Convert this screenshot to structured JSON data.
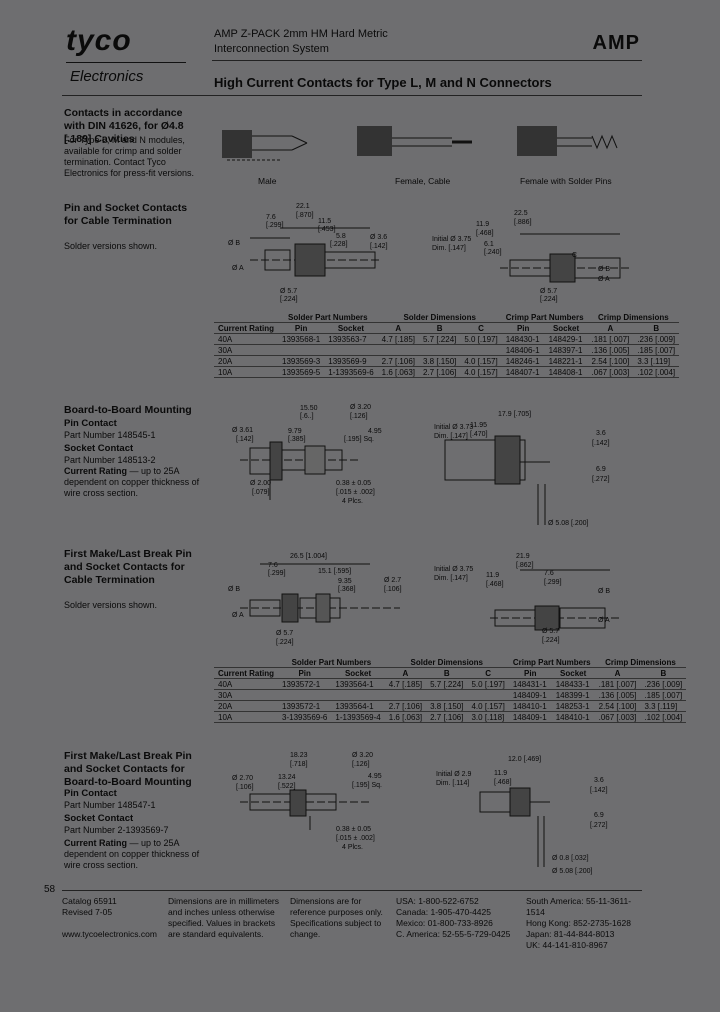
{
  "header": {
    "brand": "tyco",
    "brand_sub": "Electronics",
    "product_line1": "AMP Z-PACK 2mm HM Hard Metric",
    "product_line2": "Interconnection System",
    "amp_logo": "AMP",
    "page_title": "High Current Contacts for Type L, M and N Connectors"
  },
  "section1": {
    "heading": "Contacts in accordance with DIN 41626, for Ø4.8 [.189] Cavities",
    "body": "For Type L, M and N modules, available for crimp and solder termination. Contact Tyco Electronics for press-fit versions.",
    "captions": [
      "Male",
      "Female, Cable",
      "Female with Solder Pins"
    ]
  },
  "section2": {
    "heading": "Pin and Socket Contacts for Cable Termination",
    "body": "Solder versions shown.",
    "dims": [
      "22.1",
      "[.870]",
      "7.6",
      "[.299]",
      "11.5",
      "[.453]",
      "5.8",
      "[.228]",
      "Ø 3.6",
      "[.142]",
      "Ø B",
      "Ø A",
      "Ø 5.7",
      "[.224]",
      "22.5",
      "[.886]",
      "11.9",
      "[.468]",
      "Initial Ø 3.75",
      "Dim. [.147]",
      "6.1",
      "[.240]",
      "C",
      "Ø B",
      "Ø A",
      "Ø 5.7",
      "[.224]"
    ],
    "table": {
      "group_headers": [
        "Solder Part Numbers",
        "Solder Dimensions",
        "Crimp Part Numbers",
        "Crimp Dimensions"
      ],
      "columns": [
        "Current Rating",
        "Pin",
        "Socket",
        "A",
        "B",
        "C",
        "Pin",
        "Socket",
        "A",
        "B"
      ],
      "rows": [
        [
          "40A",
          "1393568-1",
          "1393563-7",
          "4.7 [.185]",
          "5.7 [.224]",
          "5.0 [.197]",
          "148430-1",
          "148429-1",
          ".181 [.007]",
          ".236 [.009]"
        ],
        [
          "30A",
          "",
          "",
          "",
          "",
          "",
          "148406-1",
          "148397-1",
          ".136 [.005]",
          ".185 [.007]"
        ],
        [
          "20A",
          "1393569-3",
          "1393569-9",
          "2.7 [.106]",
          "3.8 [.150]",
          "4.0 [.157]",
          "148246-1",
          "148221-1",
          "2.54 [.100]",
          "3.3 [.119]"
        ],
        [
          "10A",
          "1393569-5",
          "1-1393569-6",
          "1.6 [.063]",
          "2.7 [.106]",
          "4.0 [.157]",
          "148407-1",
          "148408-1",
          ".067 [.003]",
          ".102 [.004]"
        ]
      ]
    }
  },
  "section3": {
    "heading": "Board-to-Board Mounting",
    "pin_contact_label": "Pin Contact",
    "pin_part": "Part Number 148545-1",
    "socket_contact_label": "Socket Contact",
    "socket_part": "Part Number 148513-2",
    "current_label": "Current Rating",
    "current_text": "— up to 25A dependent on copper thickness of wire cross section.",
    "dims": [
      "15.50",
      "[.6..]",
      "Ø 3.20",
      "[.126]",
      "Ø 3.61",
      "[.142]",
      "9.79",
      "[.385]",
      "4.95",
      "[.195] Sq.",
      "Ø 2.00",
      "[.079]",
      "0.38 ± 0.05",
      "[.015 ± .002]",
      "4 Plcs.",
      "17.9 [.705]",
      "11.95",
      "[.470]",
      "Initial Ø 3.73",
      "Dim. [.147]",
      "3.6",
      "[.142]",
      "6.9",
      "[.272]",
      "Ø 5.08 [.200]"
    ]
  },
  "section4": {
    "heading": "First Make/Last Break Pin and Socket Contacts for Cable Termination",
    "body": "Solder versions shown.",
    "dims": [
      "26.5 [1.004]",
      "7.6",
      "[.299]",
      "15.1 [.595]",
      "9.35",
      "[.368]",
      "Ø 2.7",
      "[.106]",
      "Ø B",
      "Ø A",
      "Ø 5.7",
      "[.224]",
      "21.9",
      "[.862]",
      "Initial Ø 3.75",
      "Dim. [.147]",
      "11.9",
      "[.468]",
      "7.6",
      "[.299]",
      "Ø B",
      "Ø A",
      "Ø 5.7",
      "[.224]"
    ],
    "table": {
      "group_headers": [
        "Solder Part Numbers",
        "Solder Dimensions",
        "Crimp Part Numbers",
        "Crimp Dimensions"
      ],
      "columns": [
        "Current Rating",
        "Pin",
        "Socket",
        "A",
        "B",
        "C",
        "Pin",
        "Socket",
        "A",
        "B"
      ],
      "rows": [
        [
          "40A",
          "1393572-1",
          "1393564-1",
          "4.7 [.185]",
          "5.7 [.224]",
          "5.0 [.197]",
          "148431-1",
          "148433-1",
          ".181 [.007]",
          ".236 [.009]"
        ],
        [
          "30A",
          "",
          "",
          "",
          "",
          "",
          "148409-1",
          "148399-1",
          ".136 [.005]",
          ".185 [.007]"
        ],
        [
          "20A",
          "1393572-1",
          "1393564-1",
          "2.7 [.106]",
          "3.8 [.150]",
          "4.0 [.157]",
          "148410-1",
          "148253-1",
          "2.54 [.100]",
          "3.3 [.119]"
        ],
        [
          "10A",
          "3-1393569-6",
          "1-1393569-4",
          "1.6 [.063]",
          "2.7 [.106]",
          "3.0 [.118]",
          "148409-1",
          "148410-1",
          ".067 [.003]",
          ".102 [.004]"
        ]
      ]
    }
  },
  "section5": {
    "heading": "First Make/Last Break Pin and Socket Contacts for Board-to-Board Mounting",
    "pin_contact_label": "Pin Contact",
    "pin_part": "Part Number 148547-1",
    "socket_contact_label": "Socket Contact",
    "socket_part": "Part Number 2-1393569-7",
    "current_label": "Current Rating",
    "current_text": "— up to 25A dependent on copper thickness of wire cross section.",
    "dims": [
      "18.23",
      "[.718]",
      "Ø 3.20",
      "[.126]",
      "Ø 2.70",
      "[.106]",
      "13.24",
      "[.522]",
      "4.95",
      "[.195] Sq.",
      "0.38 ± 0.05",
      "[.015 ± .002]",
      "4 Plcs.",
      "12.0 [.469]",
      "Initial Ø 2.9",
      "Dim. [.114]",
      "11.9",
      "[.468]",
      "3.6",
      "[.142]",
      "6.9",
      "[.272]",
      "Ø 0.8 [.032]",
      "Ø 5.08 [.200]"
    ]
  },
  "footer": {
    "page_number": "58",
    "catalog": "Catalog 65911",
    "revised": "Revised 7-05",
    "website": "www.tycoelectronics.com",
    "dims_note": "Dimensions are in millimeters and inches unless otherwise specified. Values in brackets are standard equivalents.",
    "ref_note": "Dimensions are for reference purposes only. Specifications subject to change.",
    "phones_left": [
      "USA: 1-800-522-6752",
      "Canada: 1-905-470-4425",
      "Mexico: 01-800-733-8926",
      "C. America: 52-55-5-729-0425"
    ],
    "phones_right": [
      "South America: 55-11-3611-1514",
      "Hong Kong: 852-2735-1628",
      "Japan: 81-44-844-8013",
      "UK: 44-141-810-8967"
    ]
  }
}
